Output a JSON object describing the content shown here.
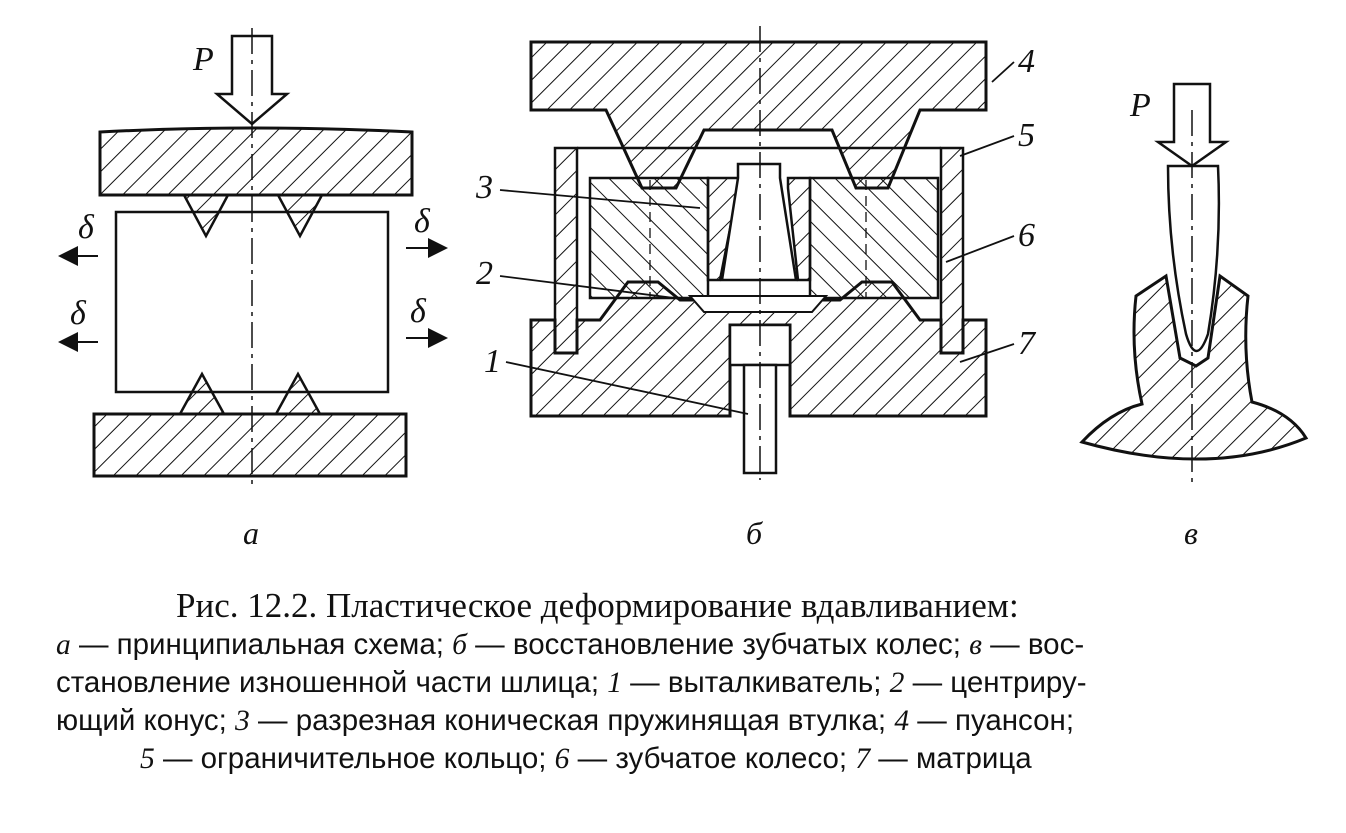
{
  "figure": {
    "force_label": "P",
    "shift_label": "δ",
    "part_numbers": [
      "1",
      "2",
      "3",
      "4",
      "5",
      "6",
      "7"
    ],
    "sub_labels": {
      "a": "а",
      "b": "б",
      "v": "в"
    }
  },
  "caption": {
    "title": "Рис. 12.2. Пластическое деформирование вдавливанием:",
    "lines": [
      [
        {
          "t": "а",
          "i": true
        },
        {
          "t": " — принципиальная схема; ",
          "i": false
        },
        {
          "t": "б",
          "i": true
        },
        {
          "t": " — восстановление зубчатых колес; ",
          "i": false
        },
        {
          "t": "в",
          "i": true
        },
        {
          "t": " — вос-",
          "i": false
        }
      ],
      [
        {
          "t": "становление изношенной части шлица; ",
          "i": false
        },
        {
          "t": "1",
          "i": true
        },
        {
          "t": " — выталкиватель; ",
          "i": false
        },
        {
          "t": "2",
          "i": true
        },
        {
          "t": " — центриру-",
          "i": false
        }
      ],
      [
        {
          "t": "ющий конус; ",
          "i": false
        },
        {
          "t": "3",
          "i": true
        },
        {
          "t": " — разрезная коническая пружинящая втулка; ",
          "i": false
        },
        {
          "t": "4",
          "i": true
        },
        {
          "t": " — пуансон;",
          "i": false
        }
      ],
      [
        {
          "t": "5",
          "i": true
        },
        {
          "t": " — ограничительное кольцо; ",
          "i": false
        },
        {
          "t": "6",
          "i": true
        },
        {
          "t": " — зубчатое колесо; ",
          "i": false
        },
        {
          "t": "7",
          "i": true
        },
        {
          "t": " — матрица",
          "i": false
        }
      ]
    ]
  }
}
